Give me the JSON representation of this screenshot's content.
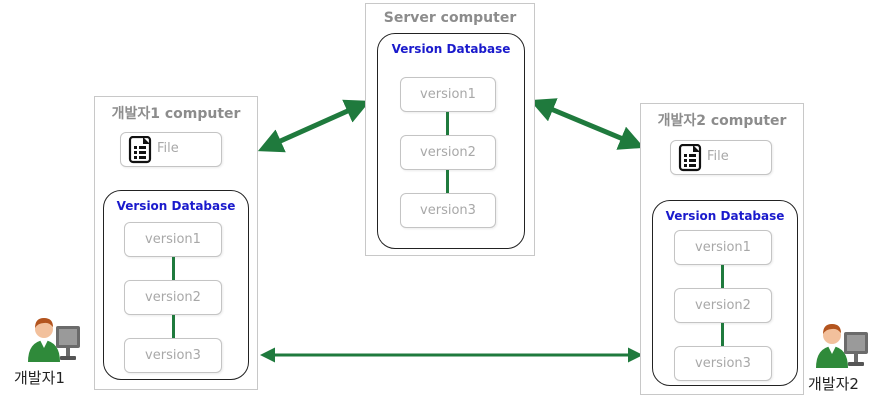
{
  "server": {
    "title": "Server computer",
    "db_title": "Version Database",
    "versions": [
      "version1",
      "version2",
      "version3"
    ]
  },
  "dev1": {
    "title": "개발자1 computer",
    "file_label": "File",
    "db_title": "Version Database",
    "versions": [
      "version1",
      "version2",
      "version3"
    ],
    "person_label": "개발자1"
  },
  "dev2": {
    "title": "개발자2 computer",
    "file_label": "File",
    "db_title": "Version Database",
    "versions": [
      "version1",
      "version2",
      "version3"
    ],
    "person_label": "개발자2"
  },
  "icons": {
    "file": "file-document-icon",
    "developer": "developer-at-computer-icon"
  },
  "colors": {
    "arrow": "#1f7a3d",
    "db_title": "#1a1acc",
    "box_border": "#c4c4c4",
    "muted_text": "#a8a8a8"
  }
}
